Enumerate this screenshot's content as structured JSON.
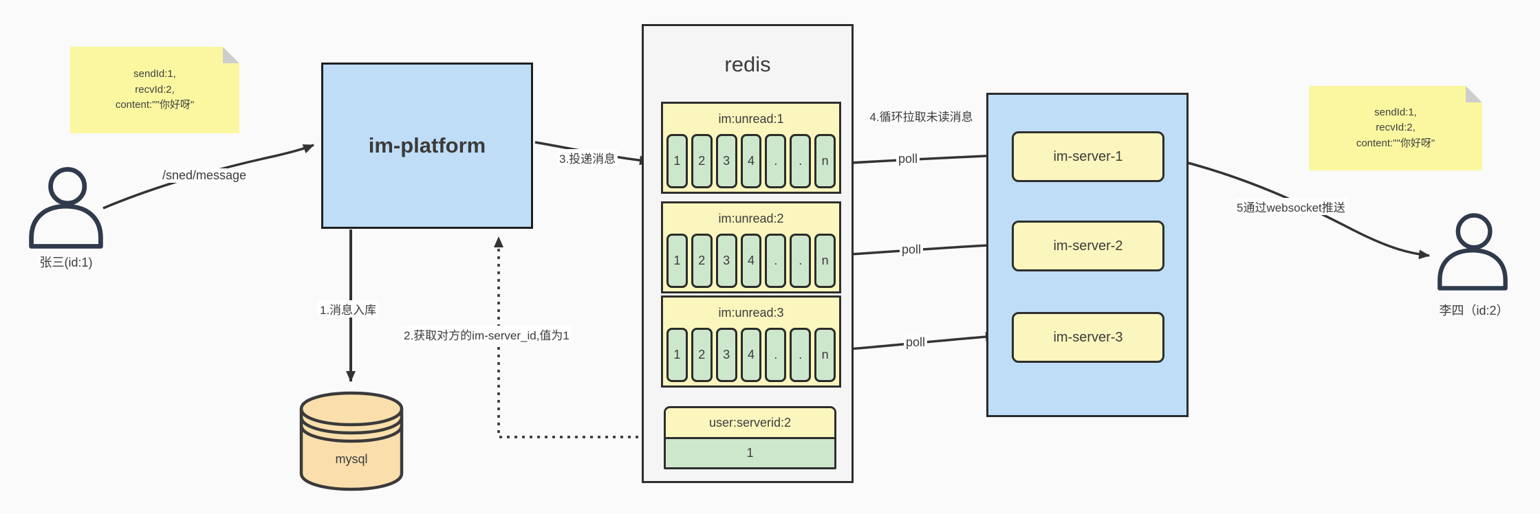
{
  "colors": {
    "background": "#fafafa",
    "blue_fill": "#bfddf6",
    "yellow_fill": "#fbf6bd",
    "green_fill": "#cde7cc",
    "note_yellow": "#faf7a0",
    "orange_fill": "#fadfad",
    "gray_fill": "#f5f5f5",
    "ink": "#333333"
  },
  "notes": {
    "left": {
      "lines": [
        "sendId:1,",
        "recvId:2,",
        "content:\"\"你好呀\""
      ]
    },
    "right": {
      "lines": [
        "sendId:1,",
        "recvId:2,",
        "content:\"\"你好呀\""
      ]
    }
  },
  "actors": {
    "sender": {
      "label": "张三(id:1)"
    },
    "receiver": {
      "label": "李四（id:2）"
    }
  },
  "platform": {
    "title": "im-platform"
  },
  "database": {
    "label": "mysql"
  },
  "redis": {
    "title": "redis",
    "queues": [
      {
        "name": "im:unread:1",
        "cells": [
          "1",
          "2",
          "3",
          "4",
          ".",
          ".",
          "n"
        ]
      },
      {
        "name": "im:unread:2",
        "cells": [
          "1",
          "2",
          "3",
          "4",
          ".",
          ".",
          "n"
        ]
      },
      {
        "name": "im:unread:3",
        "cells": [
          "1",
          "2",
          "3",
          "4",
          ".",
          ".",
          "n"
        ]
      }
    ],
    "kv": {
      "key": "user:serverid:2",
      "value": "1"
    }
  },
  "servers": [
    {
      "label": "im-server-1"
    },
    {
      "label": "im-server-2"
    },
    {
      "label": "im-server-3"
    }
  ],
  "edges": {
    "send_label": "/sned/message",
    "step1": "1.消息入库",
    "step2": "2.获取对方的im-server_id,值为1",
    "step3": "3.投递消息",
    "step4": "4.循环拉取未读消息",
    "poll": "poll",
    "step5": "5通过websocket推送"
  }
}
